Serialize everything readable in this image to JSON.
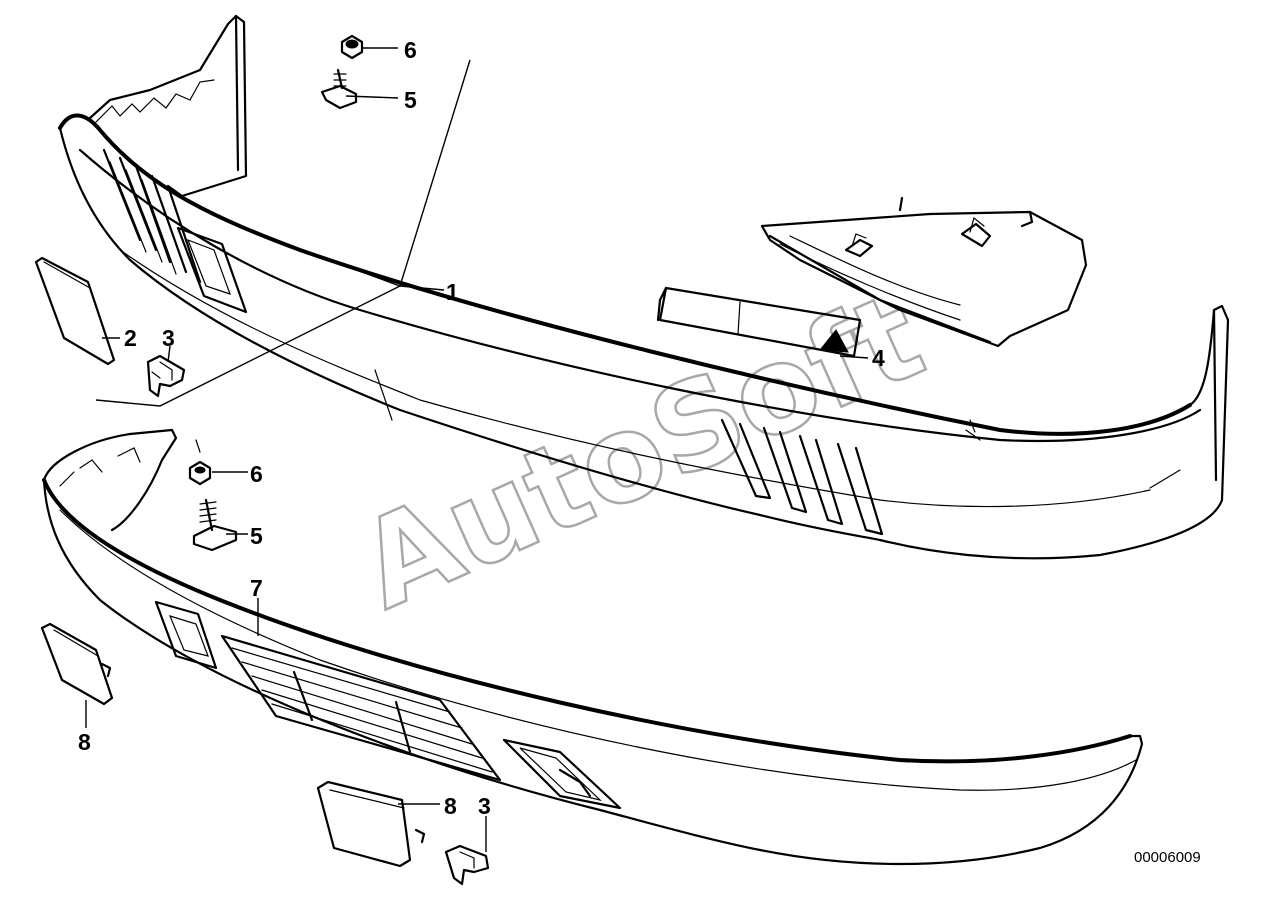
{
  "watermark": {
    "text": "AutoSoft",
    "color": "#a8a8a8"
  },
  "diagram_number": "00006009",
  "callouts": [
    {
      "id": "callout-1",
      "label": "1"
    },
    {
      "id": "callout-2",
      "label": "2"
    },
    {
      "id": "callout-3-upper",
      "label": "3"
    },
    {
      "id": "callout-4",
      "label": "4"
    },
    {
      "id": "callout-5-upper",
      "label": "5"
    },
    {
      "id": "callout-6-upper",
      "label": "6"
    },
    {
      "id": "callout-5-lower",
      "label": "5"
    },
    {
      "id": "callout-6-lower",
      "label": "6"
    },
    {
      "id": "callout-7",
      "label": "7"
    },
    {
      "id": "callout-8-left",
      "label": "8"
    },
    {
      "id": "callout-8-bottom",
      "label": "8"
    },
    {
      "id": "callout-3-bottom",
      "label": "3"
    }
  ],
  "colors": {
    "line": "#000000",
    "background": "#ffffff"
  }
}
